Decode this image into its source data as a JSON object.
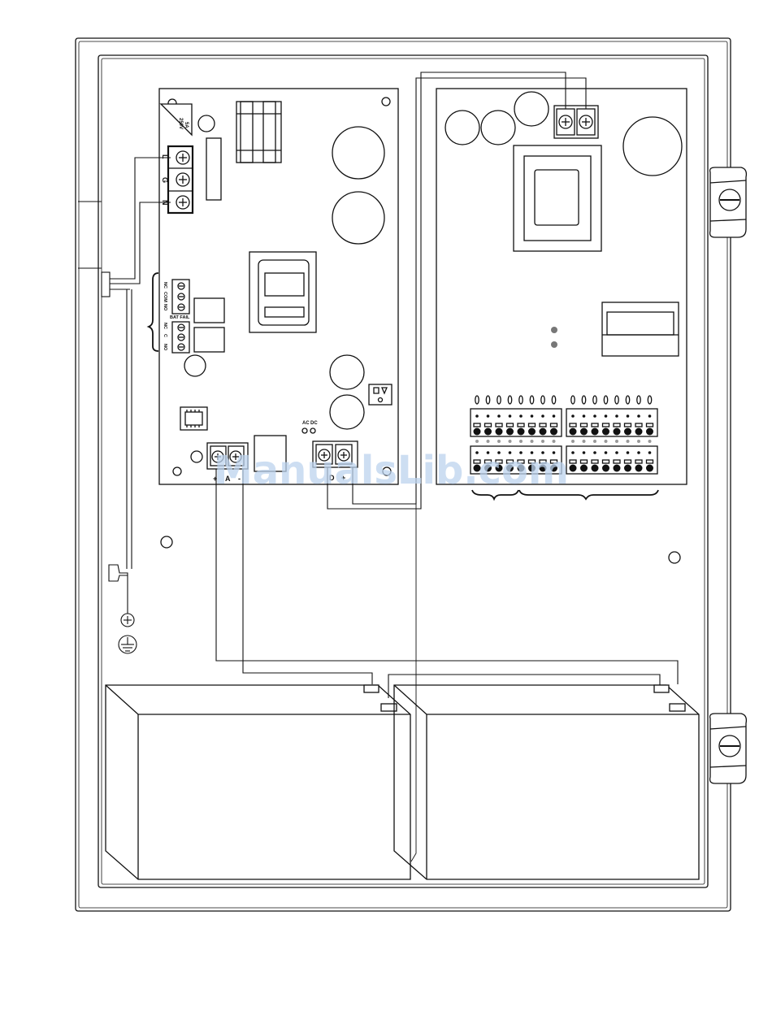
{
  "colors": {
    "line": "#111111",
    "watermark": "#bcd3ee",
    "background": "#ffffff"
  },
  "fuse": {
    "rating": "5A",
    "voltage": "250V"
  },
  "ac_input": {
    "l": "L",
    "g": "G",
    "n": "N"
  },
  "relay_ac_fail": {
    "nc": "NC",
    "com": "COM",
    "no": "NO"
  },
  "relay_bat_fail": {
    "title": "BAT FAIL",
    "nc": "NC",
    "c": "C",
    "no": "NO"
  },
  "ac_dc_leds": {
    "ac": "AC",
    "dc": "DC"
  },
  "battery_terminals": {
    "plus": "+",
    "a": "A",
    "minus": "-"
  },
  "dc_out_terminals": {
    "d": "D",
    "plus": "+"
  },
  "watermark": "ManualsLib.com"
}
